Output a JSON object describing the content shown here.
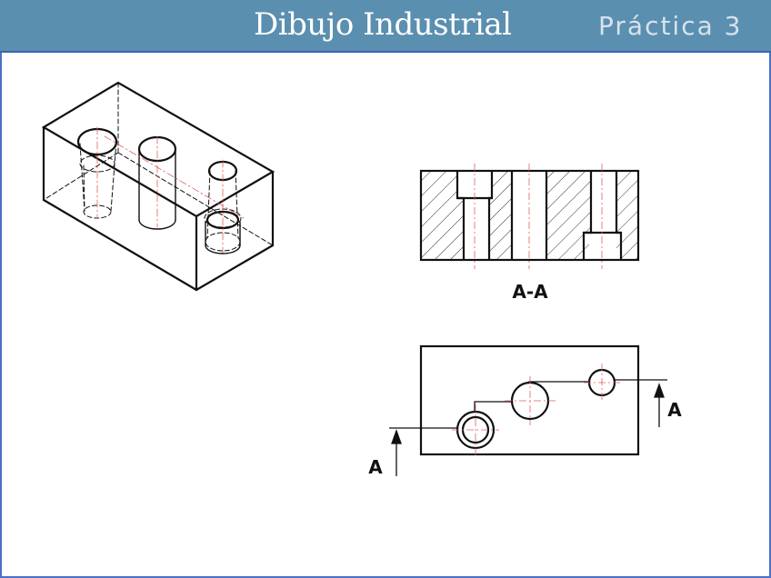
{
  "header": {
    "title": "Dibujo Industrial",
    "practice": "Práctica 3"
  },
  "drawing": {
    "section_label": "A-A",
    "cut_label_left": "A",
    "cut_label_right": "A"
  },
  "colors": {
    "header_bg": "#5b8fb0",
    "frame_border": "#4a6fc7",
    "center_lines": "#e06060"
  }
}
